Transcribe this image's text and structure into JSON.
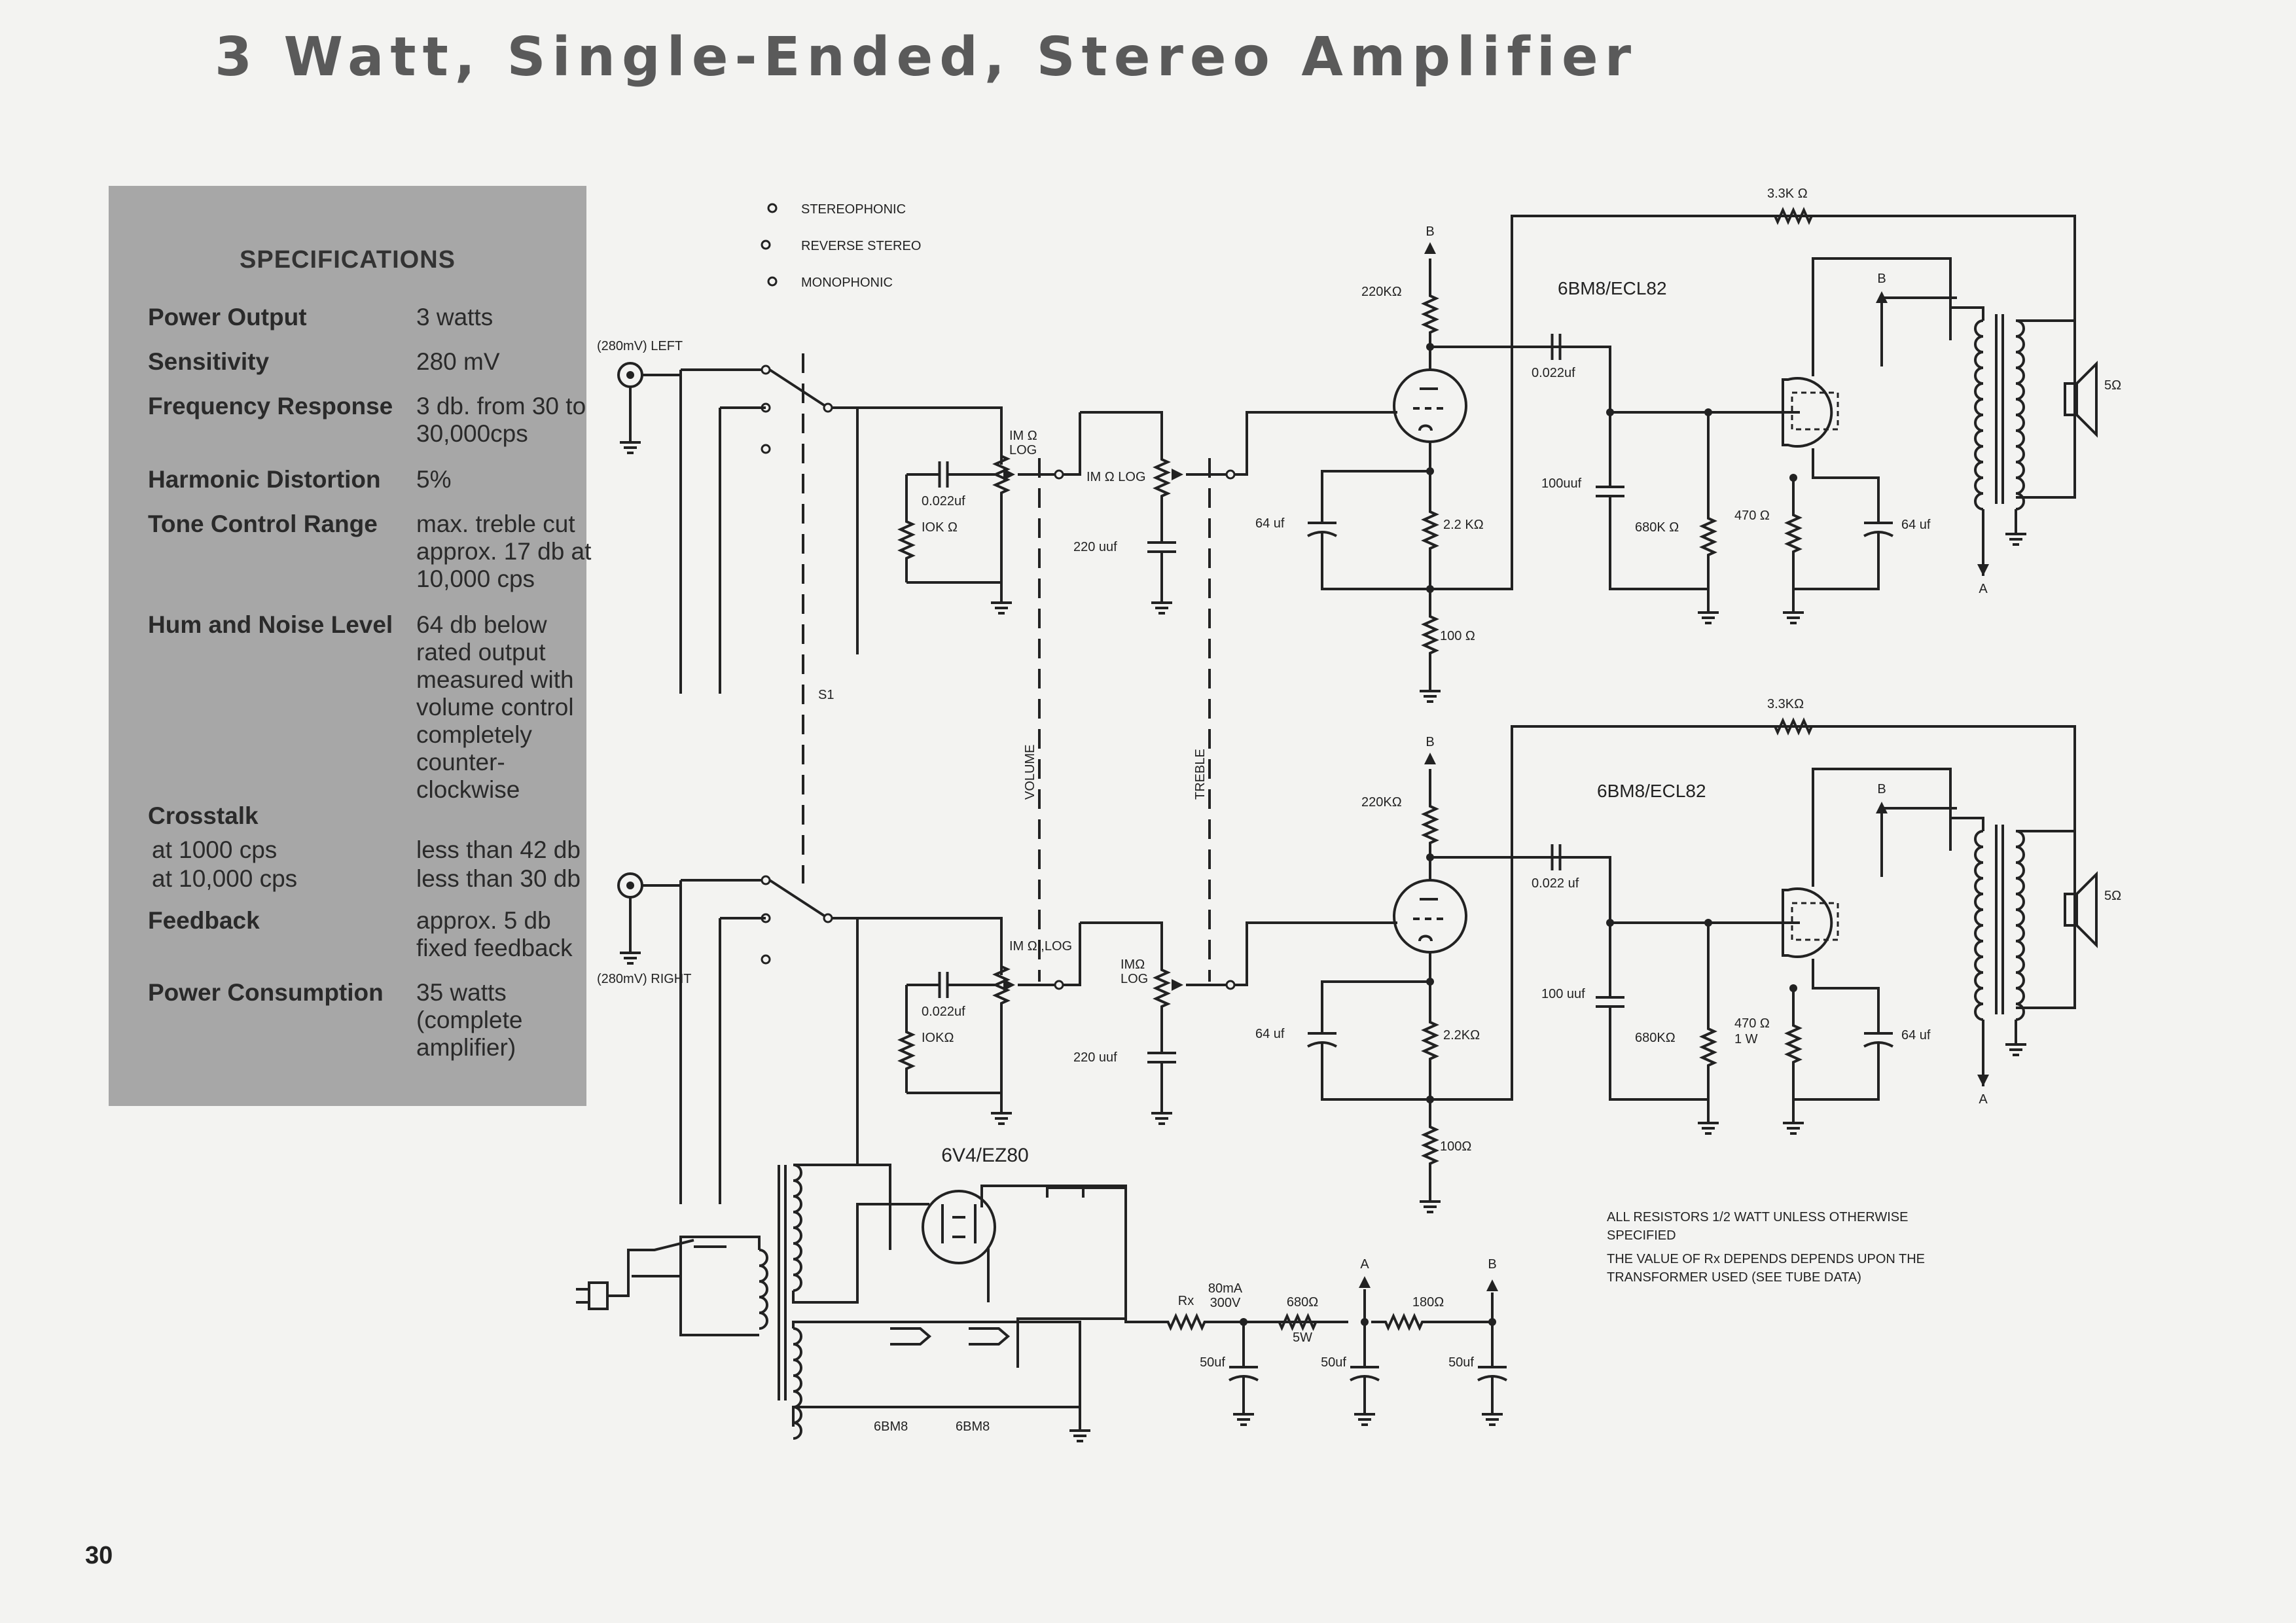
{
  "title": "3 Watt, Single-Ended, Stereo Amplifier",
  "page_number": "30",
  "specifications": {
    "heading": "SPECIFICATIONS",
    "rows": [
      {
        "label": "Power Output",
        "value": "3 watts"
      },
      {
        "label": "Sensitivity",
        "value": "280 mV"
      },
      {
        "label": "Frequency Response",
        "value": "3 db. from 30 to 30,000cps"
      },
      {
        "label": "Harmonic Distortion",
        "value": "5%"
      },
      {
        "label": "Tone Control Range",
        "value": "max. treble cut approx. 17 db at 10,000 cps"
      },
      {
        "label": "Hum and Noise Level",
        "value": "64 db below rated output measured with volume control completely counter-clockwise"
      },
      {
        "label": "Crosstalk",
        "value": ""
      },
      {
        "sub": "at 1000 cps",
        "value": "less than 42 db"
      },
      {
        "sub": "at 10,000 cps",
        "value": "less than 30 db"
      },
      {
        "label": "Feedback",
        "value": "approx. 5 db fixed feedback"
      },
      {
        "label": "Power Consumption",
        "value": "35 watts (complete amplifier)"
      }
    ]
  },
  "schematic": {
    "switch_modes": [
      "STEREOPHONIC",
      "REVERSE STEREO",
      "MONOPHONIC"
    ],
    "input_left": "(280mV) LEFT",
    "input_right": "(280mV) RIGHT",
    "switch_label": "S1",
    "volume_label": "VOLUME",
    "treble_label": "TREBLE",
    "tube_top": "6BM8/ECL82",
    "tube_bottom": "6BM8/ECL82",
    "rectifier": "6V4/EZ80",
    "heater_left": "6BM8",
    "heater_right": "6BM8",
    "note_1": [
      "ALL RESISTORS 1/2 WATT UNLESS OTHERWISE",
      "SPECIFIED"
    ],
    "note_2": [
      "THE VALUE OF Rx DEPENDS DEPENDS UPON THE",
      "TRANSFORMER USED (SEE TUBE DATA)"
    ],
    "top": {
      "pot_volume": [
        "IM Ω",
        "LOG"
      ],
      "pot_treble": "IM Ω LOG",
      "c_coupling": "0.022uf",
      "r_10k": "IOK Ω",
      "c_220": "220 uuf",
      "r_220k": "220KΩ",
      "c_64a": "64 uf",
      "r_2k2": "2.2 KΩ",
      "r_100": "100 Ω",
      "c_022": "0.022uf",
      "c_100": "100uuf",
      "r_680k": "680K Ω",
      "r_470": "470 Ω",
      "c_64b": "64 uf",
      "r_fb": "3.3K Ω",
      "speaker": "5Ω",
      "b1": "B",
      "b2": "B",
      "a": "A"
    },
    "bottom": {
      "pot_volume": "IM Ω ,LOG",
      "pot_treble": [
        "IMΩ",
        "LOG"
      ],
      "c_coupling": "0.022uf",
      "r_10k": "IOKΩ",
      "c_220": "220 uuf",
      "r_220k": "220KΩ",
      "c_64a": "64 uf",
      "r_2k2": "2.2KΩ",
      "r_100": "100Ω",
      "c_022": "0.022 uf",
      "c_100": "100 uuf",
      "r_680k": "680KΩ",
      "r_470": [
        "470 Ω",
        "1 W"
      ],
      "c_64b": "64 uf",
      "r_fb": "3.3KΩ",
      "speaker": "5Ω",
      "b1": "B",
      "b2": "B",
      "a": "A"
    },
    "psu": {
      "rx": "Rx",
      "rating": [
        "80mA",
        "300V"
      ],
      "r_680": "680Ω",
      "r_680_w": "5W",
      "r_180": "180Ω",
      "c1": "50uf",
      "c2": "50uf",
      "c3": "50uf",
      "a": "A",
      "b": "B"
    }
  }
}
